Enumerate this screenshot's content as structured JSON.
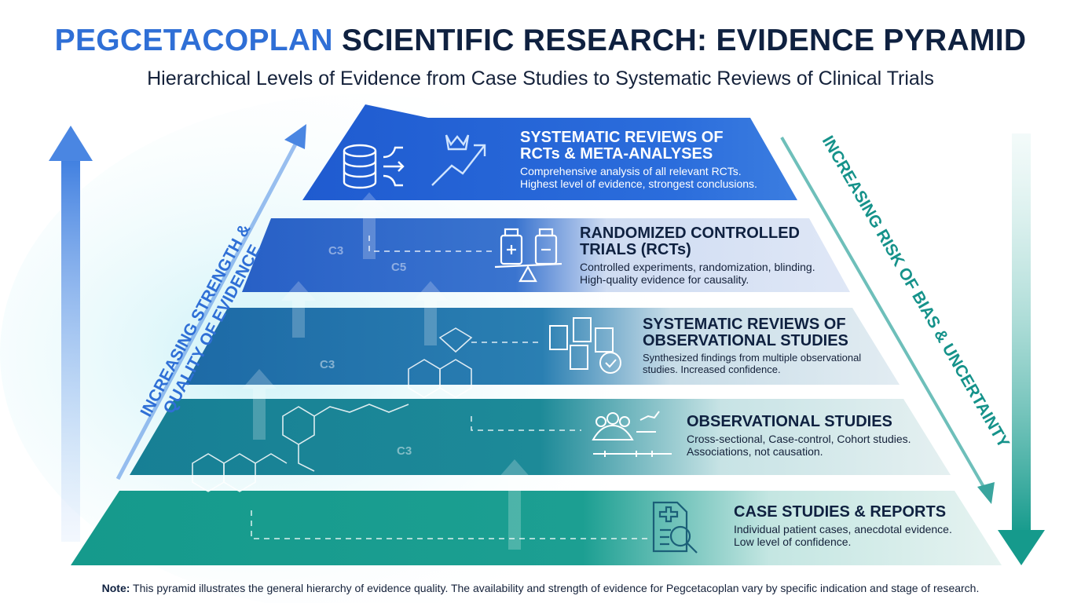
{
  "header": {
    "title_accent": "PEGCETACOPLAN",
    "title_rest": " SCIENTIFIC RESEARCH: EVIDENCE PYRAMID",
    "subtitle": "Hierarchical Levels of Evidence from Case Studies to Systematic Reviews of Clinical Trials"
  },
  "side_labels": {
    "left": "INCREASING STRENGTH &",
    "left_line2": "QUALITY OF EVIDENCE",
    "right": "INCREASING RISK OF BIAS & UNCERTAINTY"
  },
  "tiers": [
    {
      "title1": "SYSTEMATIC REVIEWS OF",
      "title2": "RCTs & META-ANALYSES",
      "desc1": "Comprehensive analysis of all relevant RCTs.",
      "desc2": "Highest level of evidence, strongest conclusions.",
      "icon": "database-trend-icon",
      "color": "#2563d6"
    },
    {
      "title1": "RANDOMIZED CONTROLLED",
      "title2": "TRIALS (RCTs)",
      "desc1": "Controlled experiments, randomization, blinding.",
      "desc2": "High-quality evidence for causality.",
      "icon": "balance-vials-icon",
      "color": "#2a62c4"
    },
    {
      "title1": "SYSTEMATIC REVIEWS OF",
      "title2": "OBSERVATIONAL STUDIES",
      "desc1": "Synthesized findings from multiple observational",
      "desc2": "studies. Increased confidence.",
      "icon": "documents-check-icon",
      "color": "#1f6ea8"
    },
    {
      "title1": "OBSERVATIONAL STUDIES",
      "desc1": "Cross-sectional, Case-control, Cohort studies.",
      "desc2": "Associations, not causation.",
      "icon": "people-timeline-icon",
      "color": "#1a8796"
    },
    {
      "title1": "CASE STUDIES & REPORTS",
      "desc1": "Individual patient cases, anecdotal evidence.",
      "desc2": "Low level of confidence.",
      "icon": "medical-report-search-icon",
      "color": "#16998c"
    }
  ],
  "molecule_labels": [
    "C3",
    "C5",
    "C3",
    "C3"
  ],
  "note": {
    "label": "Note:",
    "text": " This pyramid illustrates the general hierarchy of evidence quality. The availability and strength of evidence for Pegcetacoplan vary by specific indication and stage of research."
  },
  "colors": {
    "accent": "#2f6fd6",
    "teal": "#17998c",
    "dark": "#0f2140"
  }
}
